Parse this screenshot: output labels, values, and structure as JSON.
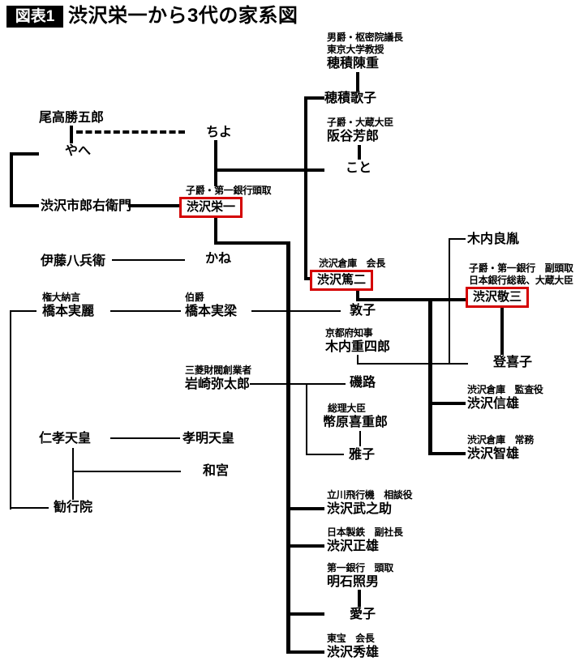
{
  "header": {
    "tag": "図表1",
    "title": "渋沢栄一から3代の家系図"
  },
  "colors": {
    "highlight_box": "#d40000",
    "line": "#000000",
    "tag_bg": "#000000",
    "tag_text": "#ffffff"
  },
  "people": {
    "odaka_katsugoro": {
      "name": "尾高勝五郎"
    },
    "yahe": {
      "name": "やへ"
    },
    "chiyo": {
      "name": "ちよ"
    },
    "shibusawa_ichiroemon": {
      "name": "渋沢市郎右衛門"
    },
    "shibusawa_eiichi": {
      "title": "子爵・第一銀行頭取",
      "name": "渋沢栄一",
      "highlighted": true
    },
    "ito_hachibei": {
      "name": "伊藤八兵衛"
    },
    "kane": {
      "name": "かね"
    },
    "hozumi_nobushige": {
      "title": "男爵・枢密院議長\n東京大学教授",
      "name": "穂積陳重"
    },
    "hozumi_utako": {
      "name": "穂積歌子"
    },
    "sakatani_yoshiro": {
      "title": "子爵・大蔵大臣",
      "name": "阪谷芳郎"
    },
    "koto": {
      "name": "こと"
    },
    "hashimoto_saneakira": {
      "title": "権大納言",
      "name": "橋本実麗"
    },
    "hashimoto_saneyana": {
      "title": "伯爵",
      "name": "橋本実梁"
    },
    "iwasaki_yataro": {
      "title": "三菱財閥創業者",
      "name": "岩崎弥太郎"
    },
    "ninko_tenno": {
      "name": "仁孝天皇"
    },
    "komei_tenno": {
      "name": "孝明天皇"
    },
    "kazunomiya": {
      "name": "和宮"
    },
    "kangyoin": {
      "name": "勧行院"
    },
    "shibusawa_tokuji": {
      "title": "渋沢倉庫　会長",
      "name": "渋沢篤二",
      "highlighted": true
    },
    "atsuko": {
      "name": "敦子"
    },
    "kiuchi_yoshitane": {
      "name": "木内良胤"
    },
    "shibusawa_keizo": {
      "title": "子爵・第一銀行　副頭取\n日本銀行総裁、大蔵大臣",
      "name": "渋沢敬三",
      "highlighted": true
    },
    "tokiko": {
      "name": "登喜子"
    },
    "kiuchi_jushiro": {
      "title": "京都府知事",
      "name": "木内重四郎"
    },
    "isoji": {
      "name": "磯路"
    },
    "shidehara_kijuro": {
      "title": "総理大臣",
      "name": "幣原喜重郎"
    },
    "masako": {
      "name": "雅子"
    },
    "shibusawa_nobuo": {
      "title": "渋沢倉庫　監査役",
      "name": "渋沢信雄"
    },
    "shibusawa_tomoo": {
      "title": "渋沢倉庫　常務",
      "name": "渋沢智雄"
    },
    "shibusawa_takenosuke": {
      "title": "立川飛行機　相談役",
      "name": "渋沢武之助"
    },
    "shibusawa_masao": {
      "title": "日本製鉄　副社長",
      "name": "渋沢正雄"
    },
    "akashi_teruo": {
      "title": "第一銀行　頭取",
      "name": "明石照男"
    },
    "aiko": {
      "name": "愛子"
    },
    "shibusawa_hideo": {
      "title": "東宝　会長",
      "name": "渋沢秀雄"
    }
  }
}
